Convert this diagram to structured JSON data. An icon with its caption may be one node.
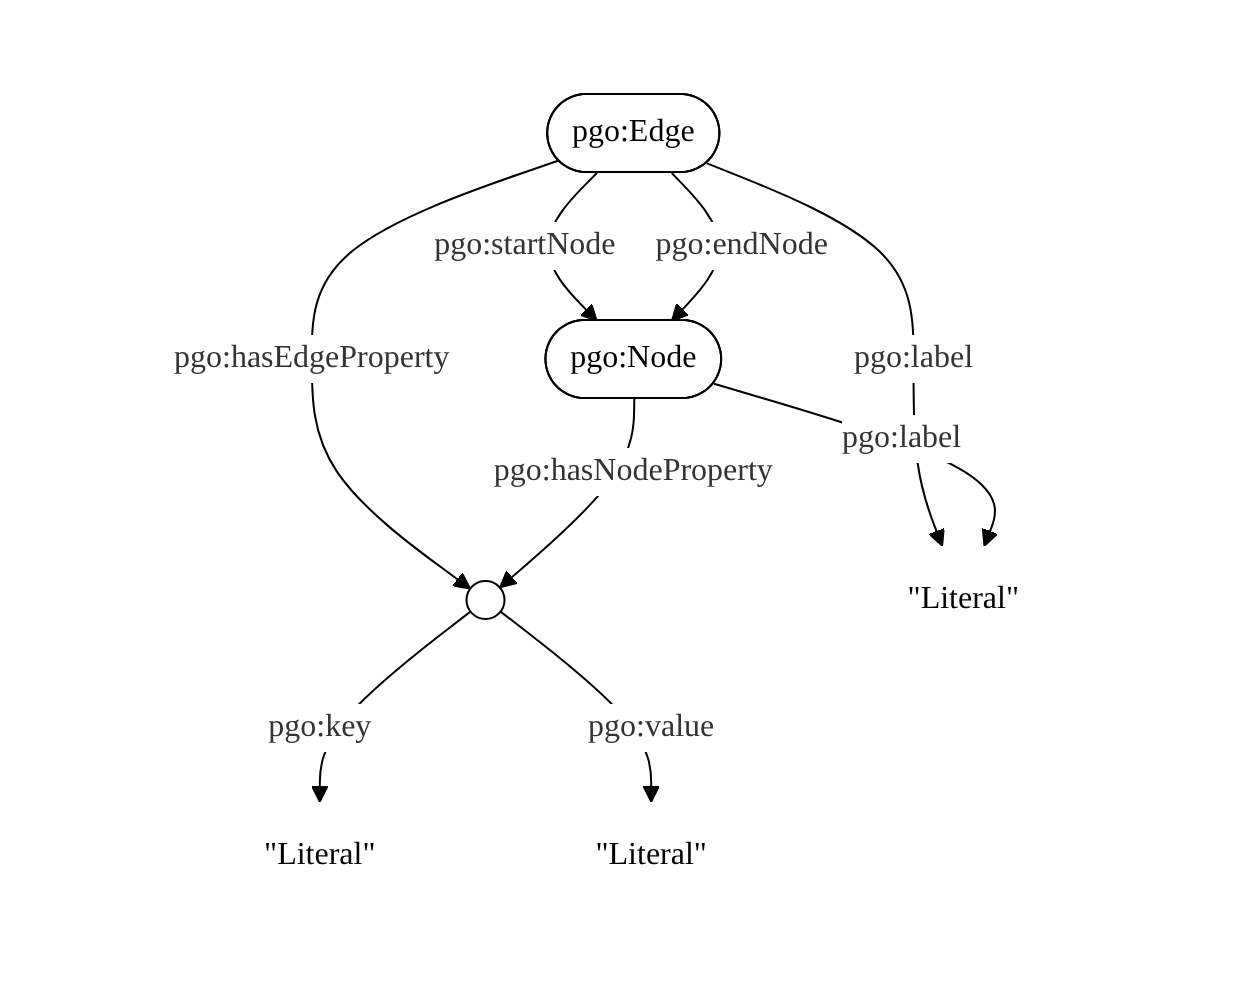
{
  "diagram": {
    "nodes": [
      {
        "text": [
          "pgo:Edge"
        ]
      },
      {
        "text": [
          "pgo:Node"
        ]
      },
      {
        "text": [],
        "shape": "circle"
      },
      {
        "text": [
          "\"Literal\""
        ]
      },
      {
        "text": [
          "\"Literal\""
        ]
      },
      {
        "text": [
          "\"Literal\""
        ]
      }
    ],
    "edges": [
      {
        "from": 0,
        "to": 1,
        "arrow": "to",
        "label": "pgo:startNode"
      },
      {
        "from": 0,
        "to": 1,
        "arrow": "to",
        "label": "pgo:endNode"
      },
      {
        "from": 0,
        "to": 2,
        "arrow": "to",
        "label": "pgo:hasEdgeProperty"
      },
      {
        "from": 0,
        "to": 3,
        "arrow": "to",
        "label": "pgo:label"
      },
      {
        "from": 1,
        "to": 2,
        "arrow": "to",
        "label": "pgo:hasNodeProperty"
      },
      {
        "from": 1,
        "to": 3,
        "arrow": "to",
        "label": "pgo:label"
      },
      {
        "from": 2,
        "to": 4,
        "arrow": "to",
        "label": "pgo:key"
      },
      {
        "from": 2,
        "to": 5,
        "arrow": "to",
        "label": "pgo:value"
      }
    ]
  }
}
